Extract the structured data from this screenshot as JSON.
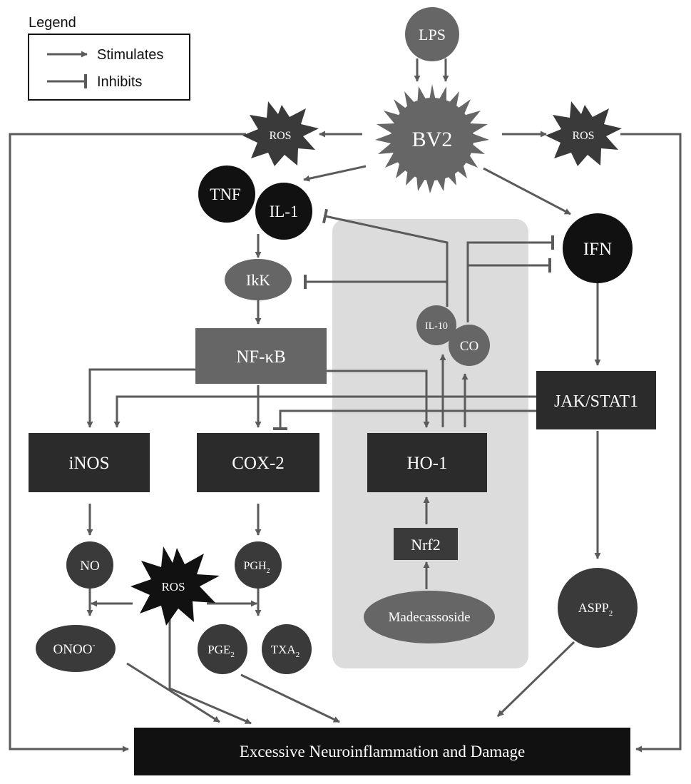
{
  "legend": {
    "title": "Legend",
    "stimulates": "Stimulates",
    "inhibits": "Inhibits"
  },
  "nodes": {
    "lps": "LPS",
    "bv2": "BV2",
    "ros_left": "ROS",
    "ros_right": "ROS",
    "tnf": "TNF",
    "il1": "IL-1",
    "ifn": "IFN",
    "ikk": "IkK",
    "il10": "IL-10",
    "co": "CO",
    "nfkb": "NF-κB",
    "jakstat": "JAK/STAT1",
    "inos": "iNOS",
    "cox2": "COX-2",
    "ho1": "HO-1",
    "nrf2": "Nrf2",
    "madecassoside": "Madecassoside",
    "no": "NO",
    "ros_mid": "ROS",
    "pgh2": {
      "base": "PGH",
      "sub": "2"
    },
    "onoo": {
      "base": "ONOO",
      "sup": "-"
    },
    "pge2": {
      "base": "PGE",
      "sub": "2"
    },
    "txa2": {
      "base": "TXA",
      "sub": "2"
    },
    "aspp2": {
      "base": "ASPP",
      "sub": "2"
    },
    "outcome": "Excessive Neuroinflammation and Damage"
  },
  "colors": {
    "dark_node": "#2b2b2b",
    "black_node": "#111111",
    "mid_node": "#666666",
    "arrow": "#5a5a5a",
    "shaded_panel": "#dcdcdc",
    "node_text": "#ffffff"
  }
}
